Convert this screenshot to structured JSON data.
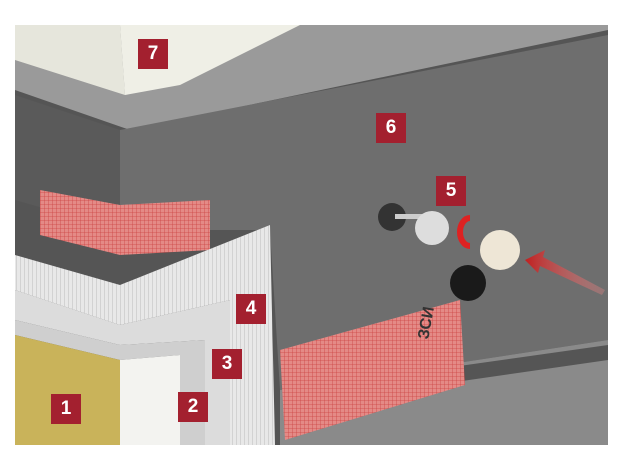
{
  "labels": [
    "1",
    "2",
    "3",
    "4",
    "5",
    "6",
    "7"
  ],
  "mesh_logo": "ЗСИ",
  "colors": {
    "label_bg": "#a3202f",
    "wall": "#6b6b6b",
    "mesh": "#d96a6a",
    "insulation": "#c9b35a",
    "arrow": "#d23a3a"
  }
}
